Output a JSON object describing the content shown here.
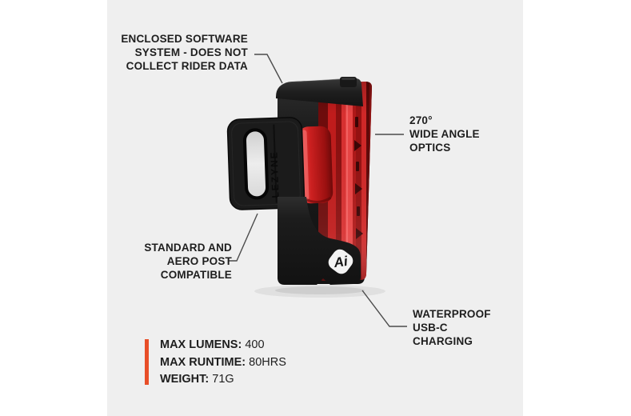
{
  "panel": {
    "background_color": "#EFEFEF",
    "page_color": "#FFFFFF"
  },
  "product": {
    "name": "bike-tail-light",
    "brand": "LEZYNE",
    "logo": "Ai",
    "body_color": "#1B1B1B",
    "lens_color": "#C81E1E"
  },
  "callouts": {
    "software": {
      "lines": [
        "ENCLOSED SOFTWARE",
        "SYSTEM - DOES NOT",
        "COLLECT RIDER DATA"
      ]
    },
    "optics": {
      "lines": [
        "270°",
        "WIDE ANGLE",
        "OPTICS"
      ]
    },
    "post": {
      "lines": [
        "STANDARD AND",
        "AERO POST",
        "COMPATIBLE"
      ]
    },
    "charging": {
      "lines": [
        "WATERPROOF",
        "USB-C",
        "CHARGING"
      ]
    }
  },
  "specs": {
    "accent_color": "#E84E28",
    "items": [
      {
        "label": "MAX LUMENS:",
        "value": "400"
      },
      {
        "label": "MAX RUNTIME:",
        "value": "80HRS"
      },
      {
        "label": "WEIGHT:",
        "value": "71G"
      }
    ]
  }
}
